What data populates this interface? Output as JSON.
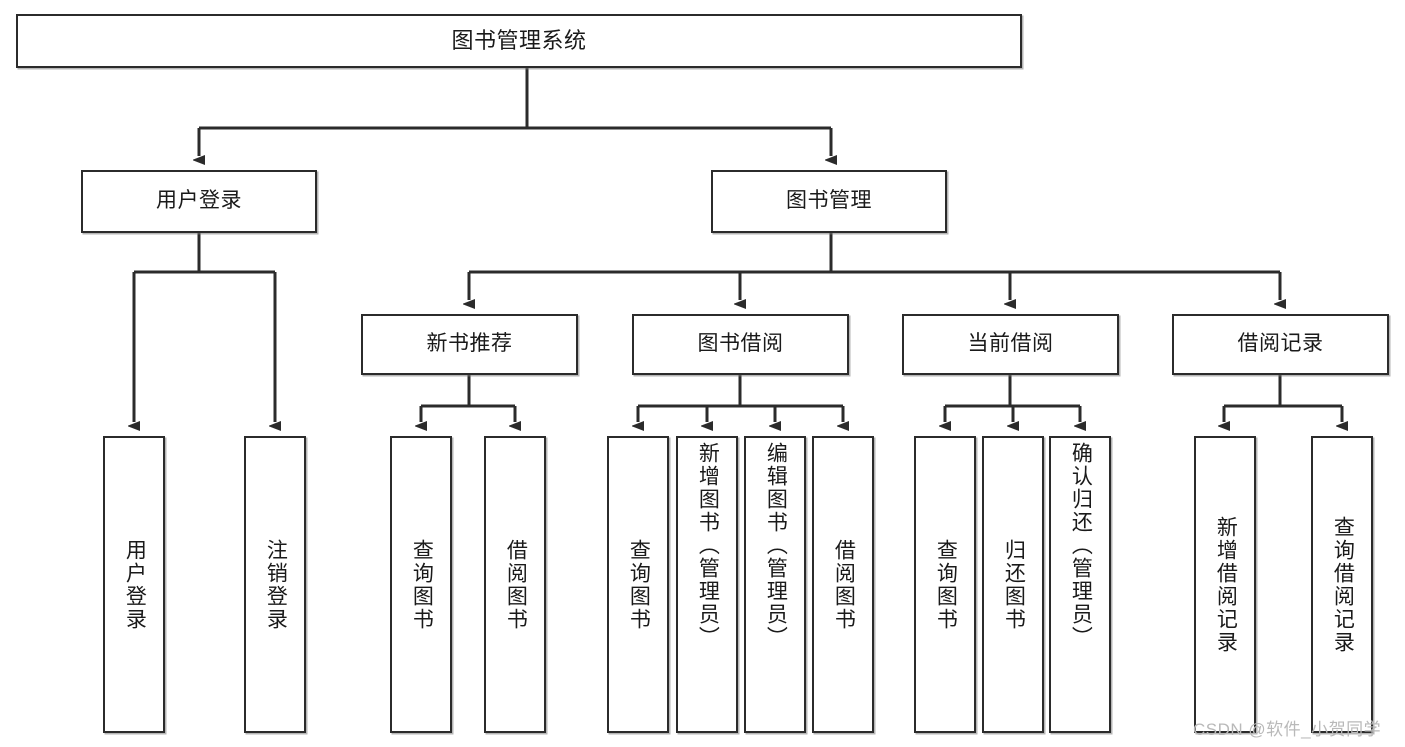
{
  "diagram": {
    "title": "图书管理系统",
    "type": "hierarchy-tree",
    "watermark": "CSDN @软件_小贺同学",
    "colors": {
      "box_border": "#2b2b2b",
      "box_fill": "#ffffff",
      "edge": "#2b2b2b",
      "text": "#1a1a1a",
      "watermark": "#b9b9b9"
    },
    "nodes": {
      "root": {
        "label": "图书管理系统",
        "level": 1
      },
      "user_login": {
        "label": "用户登录",
        "level": 2
      },
      "book_manage": {
        "label": "图书管理",
        "level": 2
      },
      "new_book_rec": {
        "label": "新书推荐",
        "level": 3
      },
      "book_borrow": {
        "label": "图书借阅",
        "level": 3
      },
      "current_borrow": {
        "label": "当前借阅",
        "level": 3
      },
      "borrow_record": {
        "label": "借阅记录",
        "level": 3
      },
      "leaf_user_login": {
        "label": "用户登录",
        "level": 4
      },
      "leaf_logout": {
        "label": "注销登录",
        "level": 4
      },
      "leaf_query_book_1": {
        "label": "查询图书",
        "level": 4
      },
      "leaf_borrow_book_1": {
        "label": "借阅图书",
        "level": 4
      },
      "leaf_query_book_2": {
        "label": "查询图书",
        "level": 4
      },
      "leaf_add_book": {
        "label": "新增图书（管理员）",
        "level": 4
      },
      "leaf_edit_book": {
        "label": "编辑图书（管理员）",
        "level": 4
      },
      "leaf_borrow_book_2": {
        "label": "借阅图书",
        "level": 4
      },
      "leaf_query_book_3": {
        "label": "查询图书",
        "level": 4
      },
      "leaf_return_book": {
        "label": "归还图书",
        "level": 4
      },
      "leaf_confirm_return": {
        "label": "确认归还（管理员）",
        "level": 4
      },
      "leaf_add_record": {
        "label": "新增借阅记录",
        "level": 4
      },
      "leaf_query_record": {
        "label": "查询借阅记录",
        "level": 4
      }
    },
    "edges": [
      {
        "from": "root",
        "to": "user_login"
      },
      {
        "from": "root",
        "to": "book_manage"
      },
      {
        "from": "user_login",
        "to": "leaf_user_login"
      },
      {
        "from": "user_login",
        "to": "leaf_logout"
      },
      {
        "from": "book_manage",
        "to": "new_book_rec"
      },
      {
        "from": "book_manage",
        "to": "book_borrow"
      },
      {
        "from": "book_manage",
        "to": "current_borrow"
      },
      {
        "from": "book_manage",
        "to": "borrow_record"
      },
      {
        "from": "new_book_rec",
        "to": "leaf_query_book_1"
      },
      {
        "from": "new_book_rec",
        "to": "leaf_borrow_book_1"
      },
      {
        "from": "book_borrow",
        "to": "leaf_query_book_2"
      },
      {
        "from": "book_borrow",
        "to": "leaf_add_book"
      },
      {
        "from": "book_borrow",
        "to": "leaf_edit_book"
      },
      {
        "from": "book_borrow",
        "to": "leaf_borrow_book_2"
      },
      {
        "from": "current_borrow",
        "to": "leaf_query_book_3"
      },
      {
        "from": "current_borrow",
        "to": "leaf_return_book"
      },
      {
        "from": "current_borrow",
        "to": "leaf_confirm_return"
      },
      {
        "from": "borrow_record",
        "to": "leaf_add_record"
      },
      {
        "from": "borrow_record",
        "to": "leaf_query_record"
      }
    ]
  }
}
